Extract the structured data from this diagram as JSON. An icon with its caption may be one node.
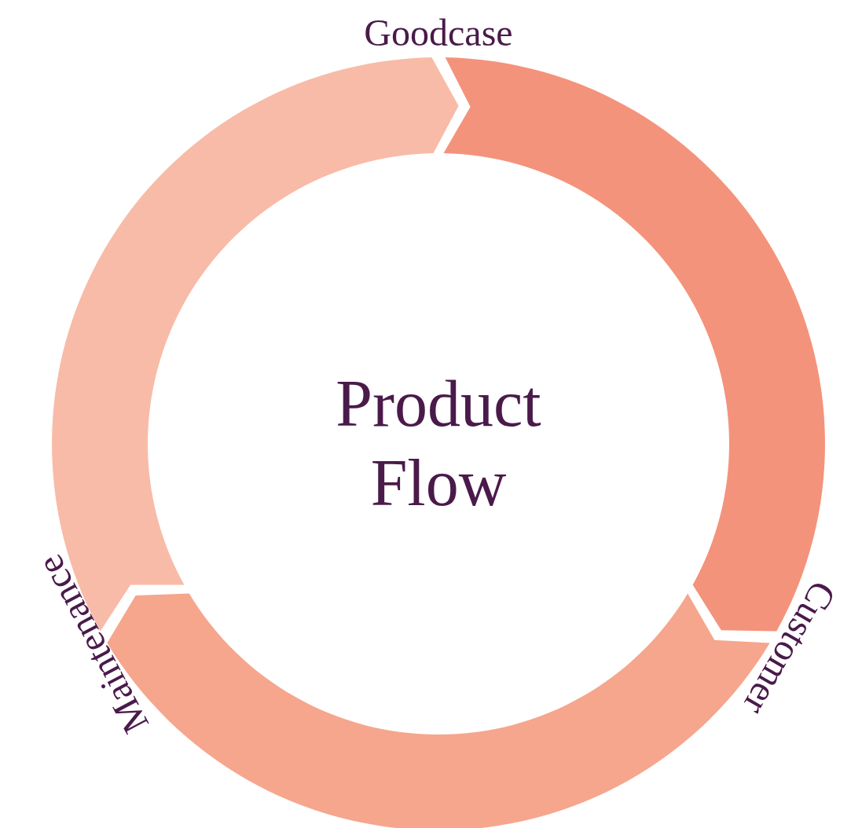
{
  "diagram": {
    "title": "Product Flow",
    "nodes": [
      {
        "text": [
          "Goodcase"
        ]
      },
      {
        "text": [
          "Customer"
        ]
      },
      {
        "text": [
          "Maintenance"
        ]
      }
    ]
  }
}
